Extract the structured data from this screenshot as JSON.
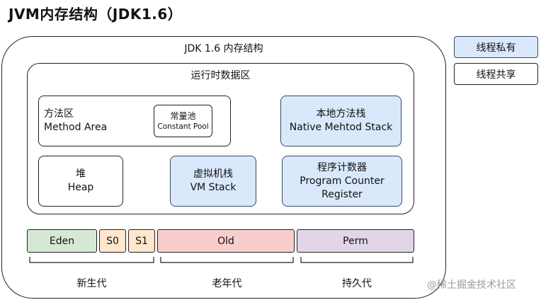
{
  "title": "JVM内存结构（JDK1.6）",
  "outer_label": "JDK 1.6 内存结构",
  "runtime_area_label": "运行时数据区",
  "method_area": {
    "cn": "方法区",
    "en": "Method Area"
  },
  "constant_pool": {
    "cn": "常量池",
    "en": "Constant Pool"
  },
  "native_method_stack": {
    "cn": "本地方法栈",
    "en": "Native Mehtod Stack"
  },
  "heap": {
    "cn": "堆",
    "en": "Heap"
  },
  "vm_stack": {
    "cn": "虚拟机栈",
    "en": "VM Stack"
  },
  "program_counter": {
    "cn": "程序计数器",
    "en_line1": "Program Counter",
    "en_line2": "Register"
  },
  "segments": {
    "eden": "Eden",
    "s0": "S0",
    "s1": "S1",
    "old": "Old",
    "perm": "Perm"
  },
  "groups": {
    "young": "新生代",
    "old": "老年代",
    "perm": "持久代"
  },
  "legend": {
    "private": "线程私有",
    "shared": "线程共享"
  },
  "watermark": "@稀土掘金技术社区",
  "colors": {
    "private_fill": "#dae8fc",
    "eden_fill": "#d5e8d4",
    "survivor_fill": "#ffe6cc",
    "old_fill": "#f8cecc",
    "perm_fill": "#e1d5e7",
    "shared_fill": "#ffffff"
  }
}
